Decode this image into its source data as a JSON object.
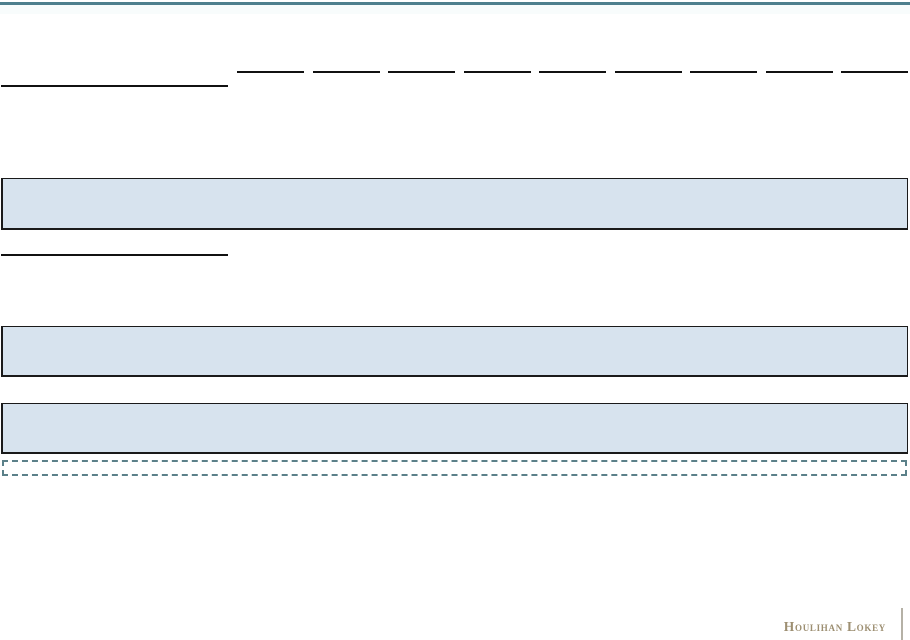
{
  "page": {
    "kind": "presentation-slide-template",
    "background": "#ffffff"
  },
  "colors": {
    "top_rule": "#4e7f8e",
    "top_band": "#f8fcfc",
    "rule_black": "#111111",
    "box_fill": "#d7e3ee",
    "box_border": "#1a1a1a",
    "dashed_border": "#5b8089",
    "logo_text": "#9d8f72",
    "footer_bar": "#b5b1a6"
  },
  "header": {
    "column_rule_count": 9
  },
  "footer": {
    "logo_text": "Houlihan Lokey"
  }
}
